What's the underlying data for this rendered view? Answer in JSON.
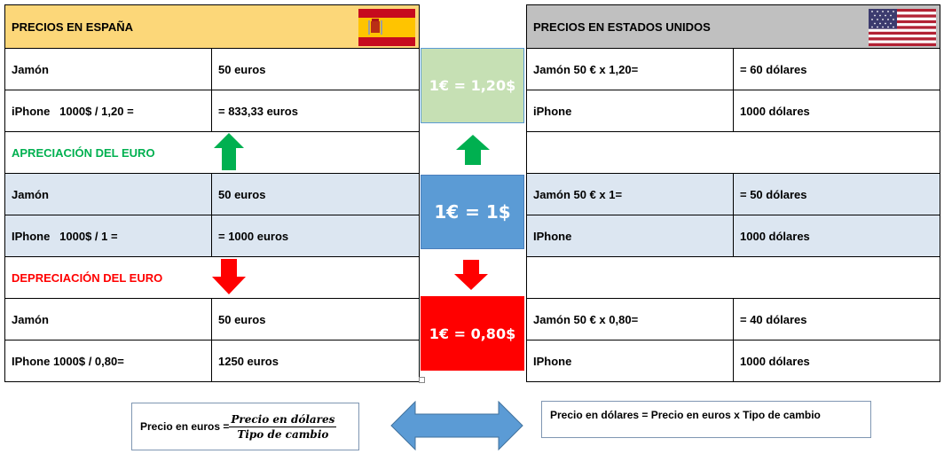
{
  "spain": {
    "title": "PRECIOS EN ESPAÑA",
    "rows": [
      {
        "a": "Jamón",
        "b": "50 euros"
      },
      {
        "a": "iPhone   1000$ / 1,20 =",
        "b": "= 833,33 euros"
      }
    ],
    "appreciation_label": "APRECIACIÓN DEL EURO",
    "rows_mid": [
      {
        "a": "Jamón",
        "b": "50 euros"
      },
      {
        "a": "IPhone   1000$ / 1 =",
        "b": "= 1000 euros"
      }
    ],
    "depreciation_label": "DEPRECIACIÓN DEL EURO",
    "rows_low": [
      {
        "a": "Jamón",
        "b": "50 euros"
      },
      {
        "a": "IPhone 1000$ / 0,80=",
        "b": "1250 euros"
      }
    ]
  },
  "usa": {
    "title": "PRECIOS EN ESTADOS UNIDOS",
    "rows": [
      {
        "a": "Jamón 50 € x 1,20=",
        "b": "= 60 dólares"
      },
      {
        "a": "iPhone",
        "b": "1000 dólares"
      }
    ],
    "rows_mid": [
      {
        "a": "Jamón 50 € x 1=",
        "b": "= 50 dólares"
      },
      {
        "a": "IPhone",
        "b": "1000 dólares"
      }
    ],
    "rows_low": [
      {
        "a": "Jamón 50 € x 0,80=",
        "b": "= 40 dólares"
      },
      {
        "a": "IPhone",
        "b": "1000 dólares"
      }
    ]
  },
  "rates": {
    "high": {
      "label": "1€ = 1,20$",
      "color": "#c6e0b4"
    },
    "mid": {
      "label": "1€ = 1$",
      "color": "#5b9bd5"
    },
    "low": {
      "label": "1€ = 0,80$",
      "color": "#ff0000"
    }
  },
  "formulas": {
    "euros_prefix": "Precio en euros =",
    "euros_numerator": "Precio en dólares",
    "euros_denominator": "Tipo de cambio",
    "dollars": "Precio en dólares = Precio en euros x Tipo de cambio"
  },
  "colors": {
    "spain_header": "#fcd779",
    "usa_header": "#c0c0c0",
    "blue_rows": "#dce6f1",
    "green": "#00b050",
    "red": "#ff0000",
    "double_arrow": "#5b9bd5"
  }
}
